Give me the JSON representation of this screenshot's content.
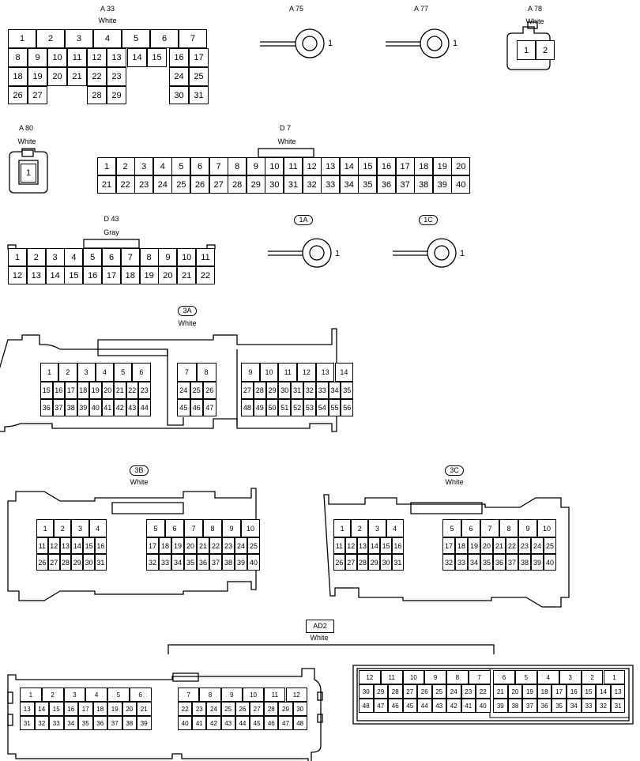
{
  "connectors": [
    {
      "id": "a33",
      "code": "A 33",
      "color": "White"
    },
    {
      "id": "a75",
      "code": "A 75",
      "pin": "1"
    },
    {
      "id": "a77",
      "code": "A 77",
      "pin": "1"
    },
    {
      "id": "a78",
      "code": "A 78",
      "color": "White",
      "pins": [
        "1",
        "2"
      ]
    },
    {
      "id": "a80",
      "code": "A 80",
      "color": "White",
      "pins": [
        "1"
      ]
    },
    {
      "id": "d7",
      "code": "D 7",
      "color": "White"
    },
    {
      "id": "d43",
      "code": "D 43",
      "color": "Gray"
    },
    {
      "id": "c1a",
      "code": "1A",
      "pin": "1"
    },
    {
      "id": "c1c",
      "code": "1C",
      "pin": "1"
    },
    {
      "id": "c3a",
      "code": "3A",
      "color": "White"
    },
    {
      "id": "c3b",
      "code": "3B",
      "color": "White"
    },
    {
      "id": "c3c",
      "code": "3C",
      "color": "White"
    },
    {
      "id": "ad2",
      "code": "AD2",
      "color": "White"
    }
  ],
  "a33_rows": [
    [
      "1",
      "2",
      "3",
      "4",
      "5",
      "6",
      "7"
    ],
    [
      "8",
      "9",
      "10",
      "11",
      "12",
      "13",
      "14",
      "15",
      "16",
      "17"
    ],
    [
      "18",
      "19",
      "20",
      "21",
      "22",
      "23",
      "24",
      "25"
    ],
    [
      "26",
      "27",
      "28",
      "29",
      "30",
      "31"
    ]
  ],
  "d7_rows": [
    [
      "1",
      "2",
      "3",
      "4",
      "5",
      "6",
      "7",
      "8",
      "9",
      "10",
      "11",
      "12",
      "13",
      "14",
      "15",
      "16",
      "17",
      "18",
      "19",
      "20"
    ],
    [
      "21",
      "22",
      "23",
      "24",
      "25",
      "26",
      "27",
      "28",
      "29",
      "30",
      "31",
      "32",
      "33",
      "34",
      "35",
      "36",
      "37",
      "38",
      "39",
      "40"
    ]
  ],
  "d43_rows": [
    [
      "1",
      "2",
      "3",
      "4",
      "5",
      "6",
      "7",
      "8",
      "9",
      "10",
      "11"
    ],
    [
      "12",
      "13",
      "14",
      "15",
      "16",
      "17",
      "18",
      "19",
      "20",
      "21",
      "22"
    ]
  ],
  "c3a_groups": [
    [
      [
        "1",
        "2",
        "3",
        "4",
        "5",
        "6"
      ],
      [
        "15",
        "16",
        "17",
        "18",
        "19",
        "20",
        "21",
        "22",
        "23"
      ],
      [
        "36",
        "37",
        "38",
        "39",
        "40",
        "41",
        "42",
        "43",
        "44"
      ]
    ],
    [
      [
        "7",
        "8"
      ],
      [
        "24",
        "25",
        "26"
      ],
      [
        "45",
        "46",
        "47"
      ]
    ],
    [
      [
        "9",
        "10",
        "11",
        "12",
        "13",
        "14"
      ],
      [
        "27",
        "28",
        "29",
        "30",
        "31",
        "32",
        "33",
        "34",
        "35"
      ],
      [
        "48",
        "49",
        "50",
        "51",
        "52",
        "53",
        "54",
        "55",
        "56"
      ]
    ]
  ],
  "c3b_groups": [
    [
      [
        "1",
        "2",
        "3",
        "4"
      ],
      [
        "11",
        "12",
        "13",
        "14",
        "15",
        "16"
      ],
      [
        "26",
        "27",
        "28",
        "29",
        "30",
        "31"
      ]
    ],
    [
      [
        "5",
        "6",
        "7",
        "8",
        "9",
        "10"
      ],
      [
        "17",
        "18",
        "19",
        "20",
        "21",
        "22",
        "23",
        "24",
        "25"
      ],
      [
        "32",
        "33",
        "34",
        "35",
        "36",
        "37",
        "38",
        "39",
        "40"
      ]
    ]
  ],
  "c3c_groups": [
    [
      [
        "1",
        "2",
        "3",
        "4"
      ],
      [
        "11",
        "12",
        "13",
        "14",
        "15",
        "16"
      ],
      [
        "26",
        "27",
        "28",
        "29",
        "30",
        "31"
      ]
    ],
    [
      [
        "5",
        "6",
        "7",
        "8",
        "9",
        "10"
      ],
      [
        "17",
        "18",
        "19",
        "20",
        "21",
        "22",
        "23",
        "24",
        "25"
      ],
      [
        "32",
        "33",
        "34",
        "35",
        "36",
        "37",
        "38",
        "39",
        "40"
      ]
    ]
  ],
  "ad2_left_groups": [
    [
      [
        "1",
        "2",
        "3",
        "4",
        "5",
        "6"
      ],
      [
        "13",
        "14",
        "15",
        "16",
        "17",
        "18",
        "19",
        "20",
        "21"
      ],
      [
        "31",
        "32",
        "33",
        "34",
        "35",
        "36",
        "37",
        "38",
        "39"
      ]
    ],
    [
      [
        "7",
        "8",
        "9",
        "10",
        "11",
        "12"
      ],
      [
        "22",
        "23",
        "24",
        "25",
        "26",
        "27",
        "28",
        "29",
        "30"
      ],
      [
        "40",
        "41",
        "42",
        "43",
        "44",
        "45",
        "46",
        "47",
        "48"
      ]
    ]
  ],
  "ad2_right_groups": [
    [
      [
        "12",
        "11",
        "10",
        "9",
        "8",
        "7"
      ],
      [
        "30",
        "29",
        "28",
        "27",
        "26",
        "25",
        "24",
        "23",
        "22"
      ],
      [
        "48",
        "47",
        "46",
        "45",
        "44",
        "43",
        "42",
        "41",
        "40"
      ]
    ],
    [
      [
        "6",
        "5",
        "4",
        "3",
        "2",
        "1"
      ],
      [
        "21",
        "20",
        "19",
        "18",
        "17",
        "16",
        "15",
        "14",
        "13"
      ],
      [
        "39",
        "38",
        "37",
        "36",
        "35",
        "34",
        "33",
        "32",
        "31"
      ]
    ]
  ]
}
